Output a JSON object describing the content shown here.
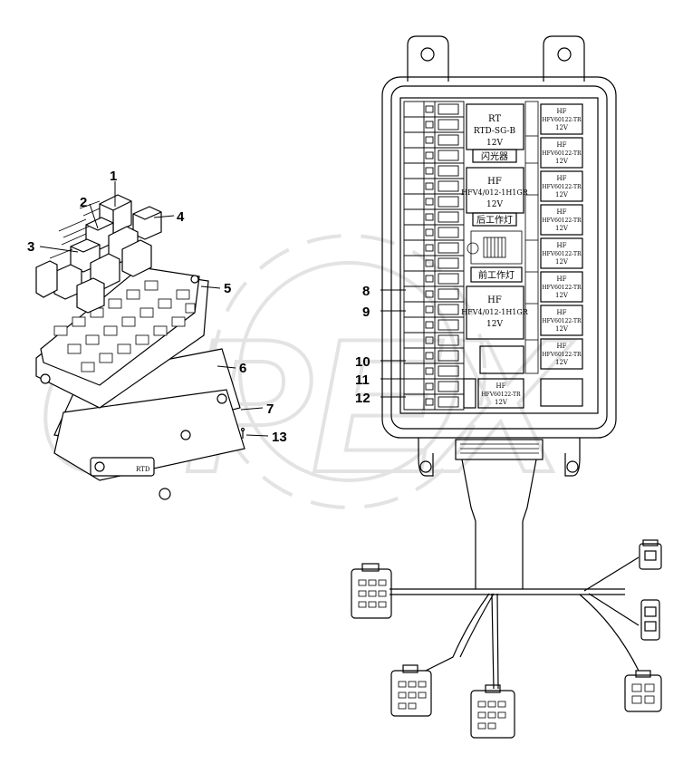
{
  "watermark": {
    "text": "OPEX",
    "color": "#e3e3e3"
  },
  "callouts": [
    {
      "id": "1",
      "label": "1"
    },
    {
      "id": "2",
      "label": "2"
    },
    {
      "id": "3",
      "label": "3"
    },
    {
      "id": "4",
      "label": "4"
    },
    {
      "id": "5",
      "label": "5"
    },
    {
      "id": "6",
      "label": "6"
    },
    {
      "id": "7",
      "label": "7"
    },
    {
      "id": "8",
      "label": "8"
    },
    {
      "id": "9",
      "label": "9"
    },
    {
      "id": "10",
      "label": "10"
    },
    {
      "id": "11",
      "label": "11"
    },
    {
      "id": "12",
      "label": "12"
    },
    {
      "id": "13",
      "label": "13"
    }
  ],
  "relays": {
    "flasher": {
      "brand": "RT",
      "model": "RTD-SG-B",
      "voltage": "12V",
      "caption": "闪光器"
    },
    "rear_work_light": {
      "brand": "HF",
      "model": "HFV4/012-1H1GR",
      "voltage": "12V",
      "caption": "后工作灯"
    },
    "front_work_light": {
      "caption": "前工作灯"
    },
    "mid_relay": {
      "brand": "HF",
      "model": "HFV4/012-1H1GR",
      "voltage": "12V"
    },
    "bottom_relay": {
      "brand": "HF",
      "model": "HFV60122-TR",
      "voltage": "12V"
    },
    "right_column": [
      {
        "brand": "HF",
        "model": "HFV60122-TR",
        "voltage": "12V"
      },
      {
        "brand": "HF",
        "model": "HFV60122-TR",
        "voltage": "12V"
      },
      {
        "brand": "HF",
        "model": "HFV60122-TR",
        "voltage": "12V"
      },
      {
        "brand": "HF",
        "model": "HFV60122-TR",
        "voltage": "12V"
      },
      {
        "brand": "HF",
        "model": "HFV60122-TR",
        "voltage": "12V"
      },
      {
        "brand": "HF",
        "model": "HFV60122-TR",
        "voltage": "12V"
      },
      {
        "brand": "HF",
        "model": "HFV60122-TR",
        "voltage": "12V"
      },
      {
        "brand": "HF",
        "model": "HFV60122-TR",
        "voltage": "12V"
      }
    ]
  },
  "cover_mark": "RTD"
}
